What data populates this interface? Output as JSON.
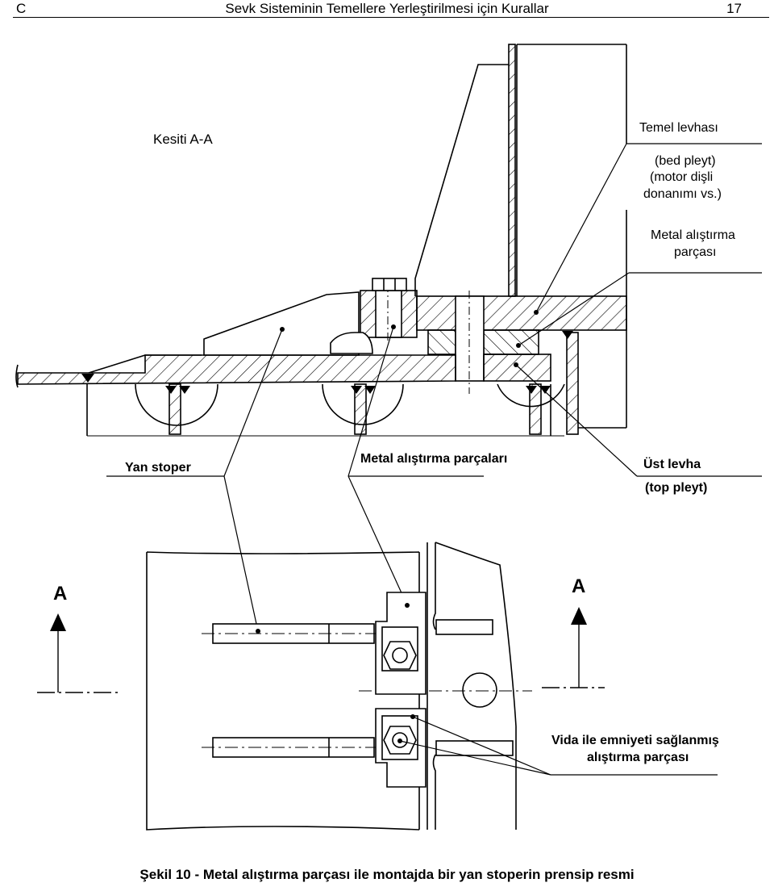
{
  "header": {
    "section": "C",
    "title": "Sevk Sisteminin Temellere Yerleştirilmesi için Kurallar",
    "page": "17"
  },
  "section_view": {
    "title": "Kesiti A-A",
    "labels": {
      "bed_plate_1": "Temel levhası",
      "bed_plate_2": "(bed pleyt)",
      "bed_plate_3": "(motor dişli",
      "bed_plate_4": "donanımı vs.)",
      "chock_1": "Metal alıştırma",
      "chock_2": "parçası",
      "side_stopper": "Yan stoper",
      "chocks": "Metal alıştırma parçaları",
      "top_plate_1": "Üst levha",
      "top_plate_2": "(top pleyt)"
    }
  },
  "plan_view": {
    "section_mark_left": "A",
    "section_mark_right": "A",
    "labels": {
      "screw_chock_1": "Vida ile emniyeti sağlanmış",
      "screw_chock_2": "alıştırma parçası"
    }
  },
  "caption": "Şekil 10  -  Metal alıştırma parçası ile montajda bir yan stoperin prensip resmi"
}
